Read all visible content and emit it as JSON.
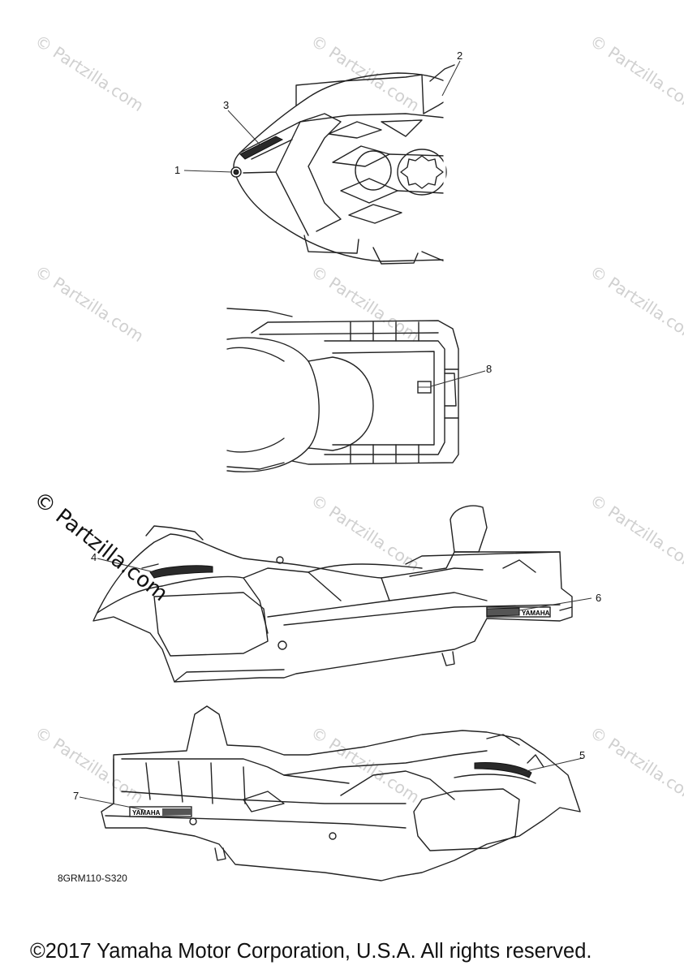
{
  "watermarks": {
    "text": "© Partzilla.com",
    "prominent_text": "© Partzilla.com"
  },
  "callouts": [
    {
      "number": "1"
    },
    {
      "number": "2"
    },
    {
      "number": "3"
    },
    {
      "number": "4"
    },
    {
      "number": "5"
    },
    {
      "number": "6"
    },
    {
      "number": "7"
    },
    {
      "number": "8"
    }
  ],
  "diagram_code": "8GRM110-S320",
  "copyright": "©2017 Yamaha Motor Corporation, U.S.A. All rights reserved.",
  "decal_text": {
    "side_logo": "YAMAHA"
  }
}
